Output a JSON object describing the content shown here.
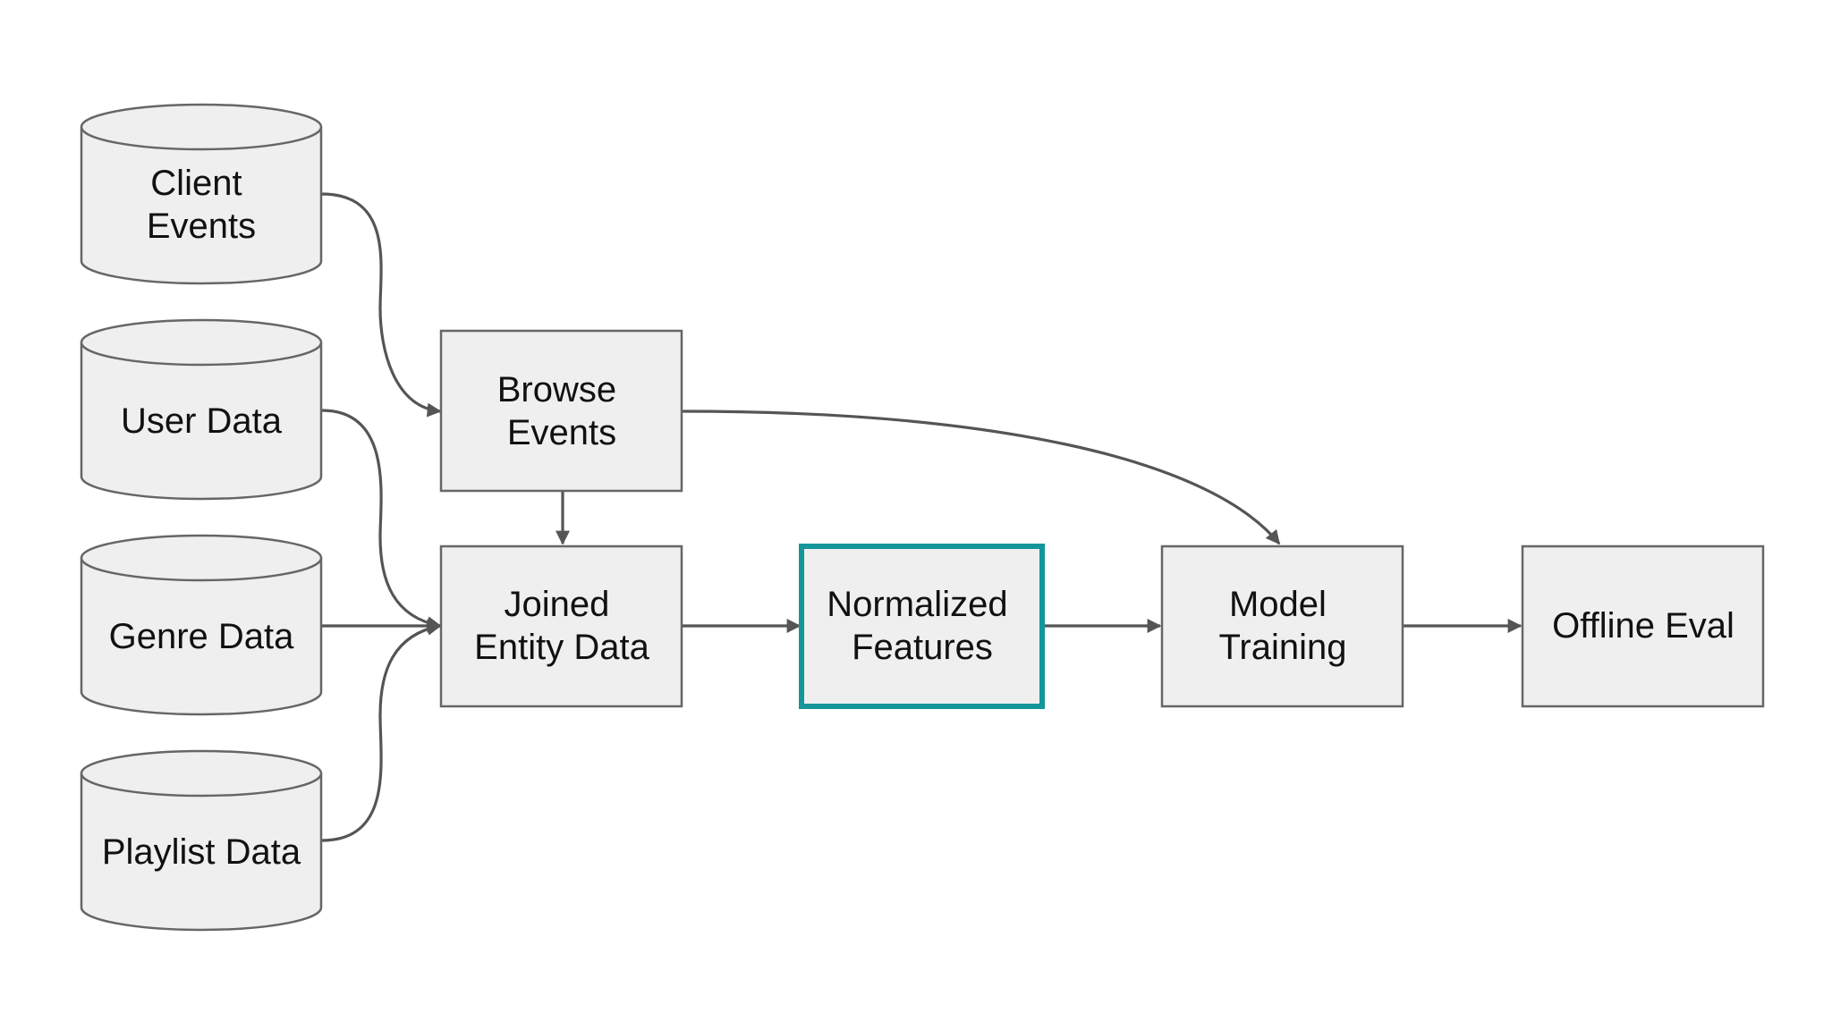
{
  "diagram": {
    "colors": {
      "node_fill": "#efefef",
      "node_stroke": "#666666",
      "highlight_stroke": "#14969b",
      "edge": "#555555",
      "text": "#111111"
    },
    "nodes": {
      "client_events": {
        "lines": [
          "Client",
          "Events"
        ]
      },
      "user_data": {
        "lines": [
          "User Data"
        ]
      },
      "genre_data": {
        "lines": [
          "Genre Data"
        ]
      },
      "playlist_data": {
        "lines": [
          "Playlist Data"
        ]
      },
      "browse_events": {
        "lines": [
          "Browse",
          "Events"
        ]
      },
      "joined_entity_data": {
        "lines": [
          "Joined",
          "Entity Data"
        ]
      },
      "normalized_features": {
        "lines": [
          "Normalized",
          "Features"
        ],
        "highlighted": true
      },
      "model_training": {
        "lines": [
          "Model",
          "Training"
        ]
      },
      "offline_eval": {
        "lines": [
          "Offline Eval"
        ]
      }
    },
    "edges": [
      {
        "from": "client_events",
        "to": "browse_events"
      },
      {
        "from": "user_data",
        "to": "joined_entity_data"
      },
      {
        "from": "genre_data",
        "to": "joined_entity_data"
      },
      {
        "from": "playlist_data",
        "to": "joined_entity_data"
      },
      {
        "from": "browse_events",
        "to": "joined_entity_data"
      },
      {
        "from": "browse_events",
        "to": "model_training"
      },
      {
        "from": "joined_entity_data",
        "to": "normalized_features"
      },
      {
        "from": "normalized_features",
        "to": "model_training"
      },
      {
        "from": "model_training",
        "to": "offline_eval"
      }
    ]
  }
}
